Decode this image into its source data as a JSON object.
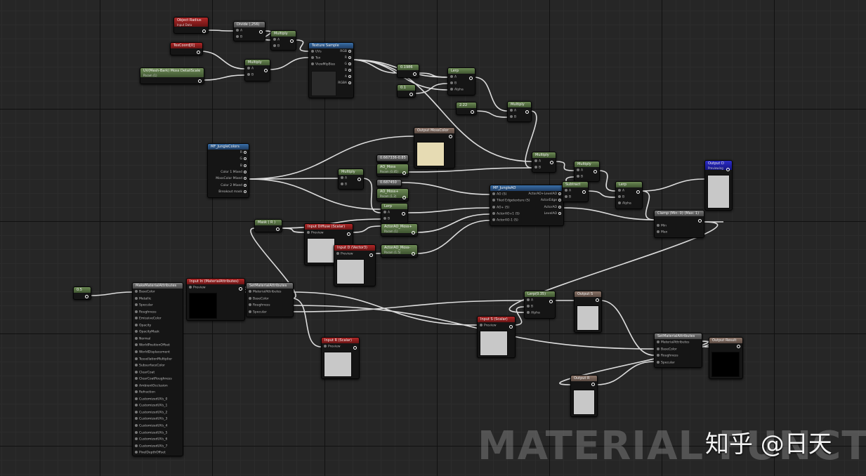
{
  "colors": {
    "wire": "#dcdcdc",
    "canvas": "#262626"
  },
  "nodes": [
    {
      "title": "Object Radius",
      "subtitle": "Input Data",
      "h": "r"
    },
    {
      "title": "Divide (,256)",
      "h": "gr"
    },
    {
      "title": "Multiply",
      "h": "g"
    },
    {
      "title": "TexCoord[0]",
      "h": "r"
    },
    {
      "title": "Multiply",
      "h": "g"
    },
    {
      "title": "UV(Mesh-Bark) Moss DetailScale",
      "subtitle": "Param (1)",
      "h": "g"
    },
    {
      "title": "Texture Sample",
      "h": "b"
    },
    {
      "title": "0.1986",
      "h": "g"
    },
    {
      "title": "0.1",
      "h": "g"
    },
    {
      "title": "Lerp",
      "h": "g"
    },
    {
      "title": "2.22",
      "h": "g"
    },
    {
      "title": "Multiply",
      "h": "g"
    },
    {
      "title": "MF_JungleColors",
      "h": "b"
    },
    {
      "title": "Output MossColor",
      "h": "br"
    },
    {
      "title": "Multiply",
      "h": "g"
    },
    {
      "title": "0.667336-0.85",
      "h": "gr"
    },
    {
      "title": "AO_Moss",
      "subtitle": "Param (0.85)",
      "h": "g"
    },
    {
      "title": "0.687450",
      "h": "gr"
    },
    {
      "title": "AO_Moss+",
      "subtitle": "Param (1.2)",
      "h": "g"
    },
    {
      "title": "Lerp",
      "h": "g"
    },
    {
      "title": "Multiply",
      "h": "g"
    },
    {
      "title": "Multiply",
      "h": "g"
    },
    {
      "title": "MF_JungleAO",
      "h": "b"
    },
    {
      "title": "Subtract",
      "h": "g"
    },
    {
      "title": "Lerp",
      "h": "g"
    },
    {
      "title": "Output D",
      "subtitle": "Previewing",
      "h": "nv"
    },
    {
      "title": "Clamp (Min: 0) (Max: 1)",
      "h": "gr"
    },
    {
      "title": "Mask ( R )",
      "h": "g"
    },
    {
      "title": "Input Diffuse (Scalar)",
      "h": "r"
    },
    {
      "title": "Input D (Vector3)",
      "h": "r"
    },
    {
      "title": "ActorAO_Moss+",
      "subtitle": "Param (1)",
      "h": "g"
    },
    {
      "title": "ActorAO_Moss-",
      "subtitle": "Param (1.5)",
      "h": "g"
    },
    {
      "title": "0.5",
      "h": "g"
    },
    {
      "title": "MakeMaterialAttributes",
      "h": "gr"
    },
    {
      "title": "Input In (MaterialAttributes)",
      "h": "r"
    },
    {
      "title": "SetMaterialAttributes",
      "h": "gr"
    },
    {
      "title": "Lerp(0.35)",
      "h": "g"
    },
    {
      "title": "Output S",
      "h": "br"
    },
    {
      "title": "Input S (Scalar)",
      "h": "r"
    },
    {
      "title": "Input R (Scalar)",
      "h": "r"
    },
    {
      "title": "SetMaterialAttributes",
      "h": "gr"
    },
    {
      "title": "Output Result",
      "h": "br"
    },
    {
      "title": "Output R",
      "h": "br"
    }
  ],
  "pins": {
    "ab": [
      "A",
      "B"
    ],
    "abalpha": [
      "A",
      "B",
      "Alpha"
    ],
    "texIn": [
      "UVs",
      "Tex",
      "ViewMipBias"
    ],
    "texOut": [
      "RGB",
      "R",
      "G",
      "B",
      "A",
      "RGBA"
    ],
    "jungleOut": [
      "R",
      "G",
      "B",
      "Color 1 Mixed",
      "MossColor Mixed",
      "Color 2 Mixed",
      "Breakout mask"
    ],
    "aoIn": [
      "AO (S)",
      "Tiled Edgetexture (S)",
      "AO+ (S)",
      "ActorAO+1 (S)",
      "ActorAO-1 (S)"
    ],
    "aoOut": [
      "ActorAO+LevelAO",
      "ActorEdge",
      "ActorAO",
      "LevelAO"
    ],
    "preview": "Preview",
    "minmax": [
      "Min",
      "Max"
    ],
    "makeAttrs": [
      "BaseColor",
      "Metallic",
      "Specular",
      "Roughness",
      "EmissiveColor",
      "Opacity",
      "OpacityMask",
      "Normal",
      "WorldPositionOffset",
      "WorldDisplacement",
      "TessellationMultiplier",
      "SubsurfaceColor",
      "ClearCoat",
      "ClearCoatRoughness",
      "AmbientOcclusion",
      "Refraction",
      "CustomizedUVs_0",
      "CustomizedUVs_1",
      "CustomizedUVs_2",
      "CustomizedUVs_3",
      "CustomizedUVs_4",
      "CustomizedUVs_5",
      "CustomizedUVs_6",
      "CustomizedUVs_7",
      "PixelDepthOffset"
    ],
    "setAttrs": [
      "MaterialAttributes",
      "BaseColor",
      "Roughness",
      "Specular"
    ]
  },
  "watermark": "MATERIAL FUNCTION",
  "brand": "知乎 @日天"
}
